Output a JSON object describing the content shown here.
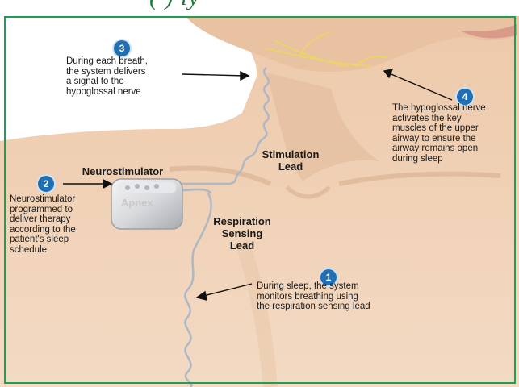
{
  "header": {
    "title": "( ) ly"
  },
  "callouts": [
    {
      "number": "1",
      "text": "During sleep, the system\nmonitors breathing using\nthe respiration sensing lead"
    },
    {
      "number": "2",
      "text": "Neurostimulator\nprogrammed to\ndeliver therapy\naccording to the\npatient's sleep\nschedule"
    },
    {
      "number": "3",
      "text": "During each breath,\nthe system delivers\na signal to the\nhypoglossal nerve"
    },
    {
      "number": "4",
      "text": "The hypoglossal nerve\nactivates the key\nmuscles of the upper\nairway to ensure the\nairway remains open\nduring sleep"
    }
  ],
  "labels": {
    "neurostimulator": "Neurostimulator",
    "stimulation_lead": "Stimulation\nLead",
    "respiration_lead": "Respiration\nSensing\nLead"
  },
  "device": {
    "brand": "Apnex"
  },
  "colors": {
    "skin": "#f1d3b8",
    "skin_shadow": "#dcb393",
    "badge": "#1f6fb2",
    "frame": "#1f9e56",
    "lead": "#a9b4c0",
    "nerve": "#e9d36a"
  }
}
